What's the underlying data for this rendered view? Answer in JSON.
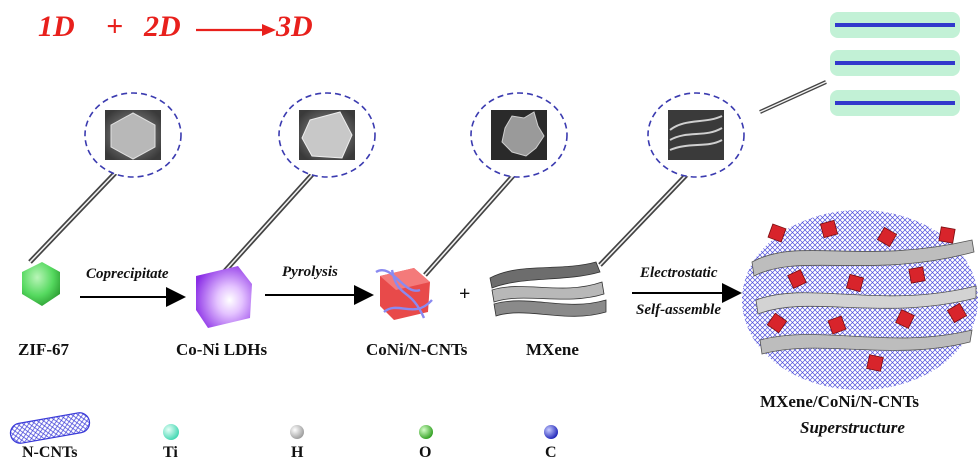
{
  "headline": {
    "part1": "1D",
    "plus": "+",
    "part2": "2D",
    "part3": "3D"
  },
  "steps": {
    "coprecipitate": "Coprecipitate",
    "pyrolysis": "Pyrolysis",
    "plus": "+",
    "electrostatic": "Electrostatic",
    "self_assemble": "Self-assemble"
  },
  "materials": {
    "zif": "ZIF-67",
    "ldh": "Co-Ni LDHs",
    "coni": "CoNi/N-CNTs",
    "mxene": "MXene"
  },
  "product": {
    "name": "MXene/CoNi/N-CNTs",
    "sub": "Superstructure"
  },
  "legend": [
    {
      "label": "N-CNTs",
      "icon": "nanotube-icon"
    },
    {
      "label": "Ti",
      "icon": "teal-sphere-icon",
      "color": "#3fd6b0"
    },
    {
      "label": "H",
      "icon": "white-sphere-icon",
      "color": "#d8d8d8"
    },
    {
      "label": "O",
      "icon": "green-sphere-icon",
      "color": "#3ec42a"
    },
    {
      "label": "C",
      "icon": "blue-sphere-icon",
      "color": "#2e34d8"
    }
  ],
  "colors": {
    "accent": "#e8201c",
    "zif": "#5ee06a",
    "ldh": "#9b3ff0",
    "coni": "#e84a4a",
    "tube": "#3b3bd8"
  }
}
